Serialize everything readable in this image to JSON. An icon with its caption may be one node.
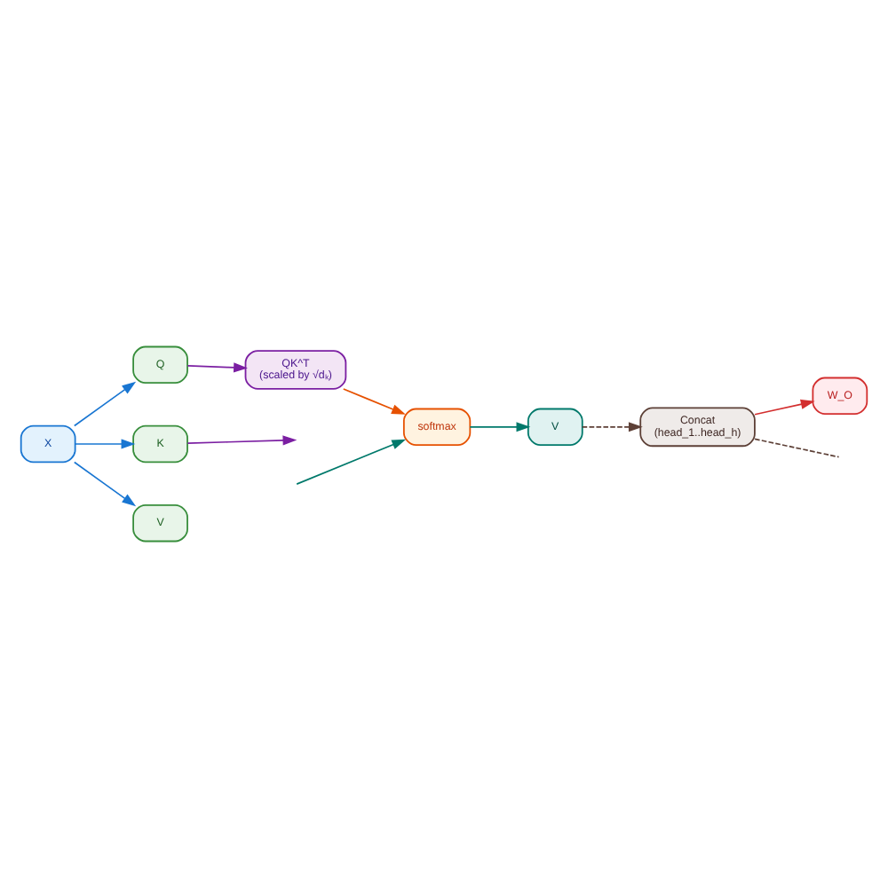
{
  "diagram": {
    "nodes": [
      {
        "text": [
          "X"
        ]
      },
      {
        "text": [
          "Q"
        ]
      },
      {
        "text": [
          "K"
        ]
      },
      {
        "text": [
          "V"
        ]
      },
      {
        "text": [
          "QK^T",
          "(scaled by √dₖ)"
        ]
      },
      {
        "text": [
          "softmax"
        ]
      },
      {
        "text": [
          "V"
        ]
      },
      {
        "text": [
          "Concat",
          "(head_1..head_h)"
        ]
      },
      {
        "text": [
          "W_O"
        ]
      }
    ],
    "edges": [
      {
        "from": 0,
        "to": 1,
        "arrow": "to"
      },
      {
        "from": 0,
        "to": 2,
        "arrow": "to"
      },
      {
        "from": 0,
        "to": 3,
        "arrow": "to"
      },
      {
        "from": 1,
        "to": 4,
        "arrow": "to",
        "color": "#7b1fa2"
      },
      {
        "from": 2,
        "to": null,
        "arrow": "to",
        "color": "#7b1fa2"
      },
      {
        "from": 4,
        "to": 5,
        "arrow": "to",
        "color": "#e65100"
      },
      {
        "from": 5,
        "to": 6,
        "arrow": "to",
        "color": "#00796b"
      },
      {
        "from": null,
        "to": 5,
        "arrow": "to",
        "color": "#00796b"
      },
      {
        "from": 6,
        "to": 7,
        "arrow": "to",
        "style": "dashed",
        "color": "#5d4037"
      },
      {
        "from": 7,
        "to": null,
        "arrow": "none",
        "style": "dashed",
        "color": "#5d4037"
      },
      {
        "from": 7,
        "to": 8,
        "arrow": "to",
        "color": "#d32f2f"
      }
    ]
  }
}
